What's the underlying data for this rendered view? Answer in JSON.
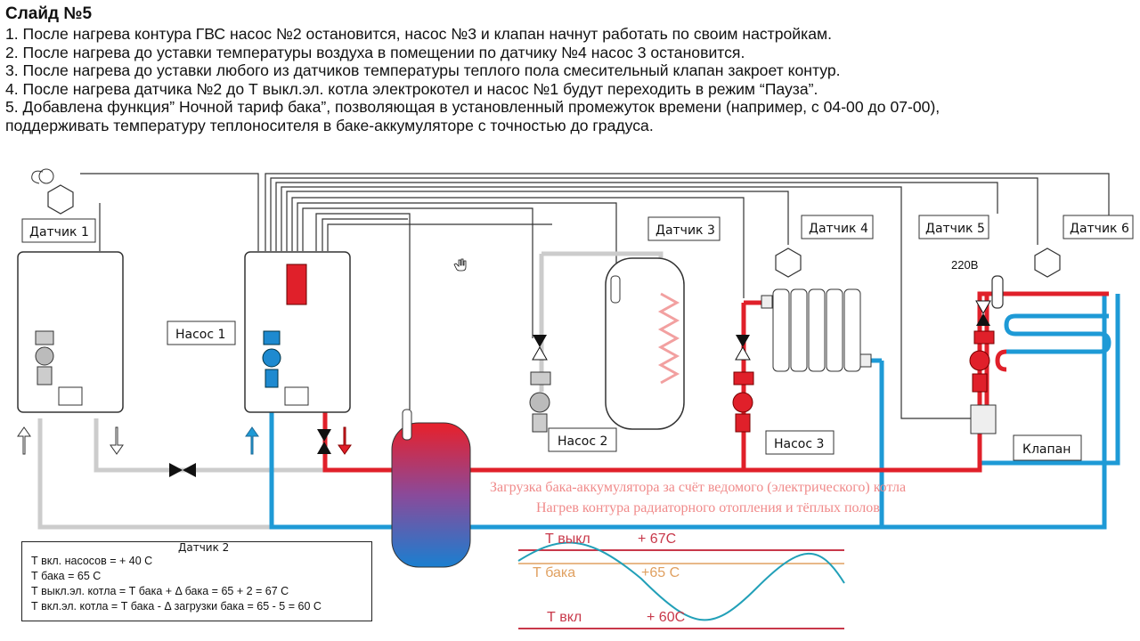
{
  "slide": {
    "title": "Слайд №5",
    "lines": [
      "1. После нагрева контура ГВС насос №2 остановится, насос №3 и клапан начнут работать по своим настройкам.",
      "2. После нагрева до уставки температуры воздуха в помещении по датчику №4 насос 3 остановится.",
      "3. После нагрева до уставки любого из датчиков температуры теплого пола смесительный клапан закроет контур.",
      "4. После нагрева датчика №2 до Т выкл.эл. котла электрокотел и насос №1 будут переходить в режим “Пауза”.",
      "5. Добавлена функция” Ночной тариф бака”, позволяющая в установленный промежуток времени (например, с 04-00 до 07-00),",
      "поддерживать температуру теплоносителя в баке-аккумуляторе с точностью до градуса."
    ]
  },
  "diagram": {
    "sensor1": "Датчик 1",
    "sensor2": "Датчик 2",
    "sensor3": "Датчик 3",
    "sensor4": "Датчик 4",
    "sensor5": "Датчик 5",
    "sensor6": "Датчик 6",
    "pump1": "Насос 1",
    "pump2": "Насос 2",
    "pump3": "Насос 3",
    "valve": "Клапан",
    "voltage": "220В",
    "caption_line1": "Загрузка бака-аккумулятора за счёт ведомого (электрического) котла",
    "caption_line2": "Нагрев контура радиаторного отопления и тёплых полов",
    "t_off_label": "Т выкл",
    "t_off_value": "+ 67С",
    "t_tank_label": "Т бака",
    "t_tank_value": "+65 С",
    "t_on_label": "Т вкл",
    "t_on_value": "+ 60С"
  },
  "legend": {
    "line1": "Т вкл. насосов = + 40 С",
    "line2": "Т бака = 65 С",
    "line3": "Т выкл.эл. котла = Т бака + Δ бака = 65 + 2 = 67 С",
    "line4": "Т вкл.эл. котла = Т бака - Δ загрузки бака = 65 - 5 = 60 С"
  },
  "colors": {
    "hot": "#e0202a",
    "cold": "#1e9ad6",
    "return_grey": "#cfcfcf",
    "wire": "#333333"
  }
}
